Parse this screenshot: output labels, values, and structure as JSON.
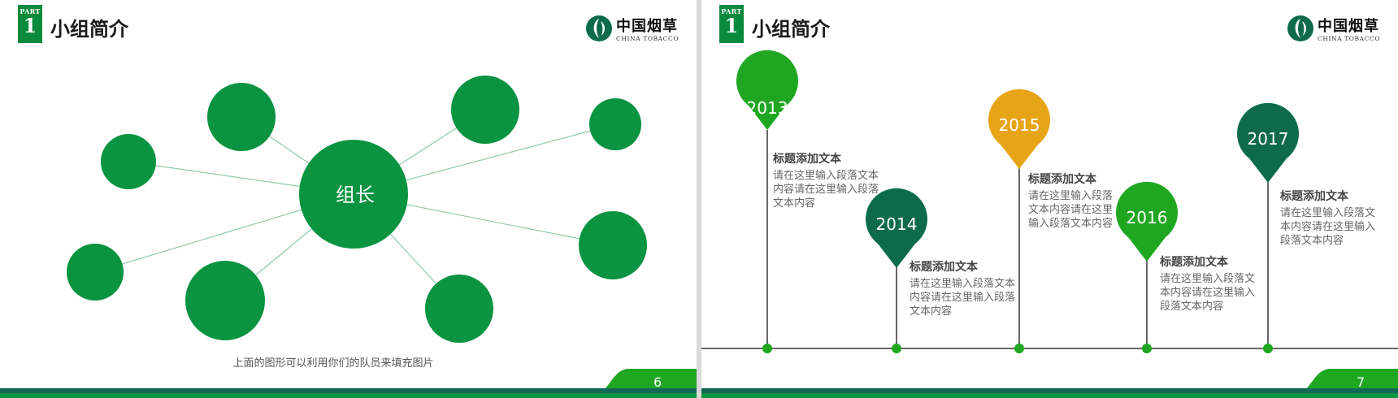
{
  "colors": {
    "green": "#0a9340",
    "dark_green": "#0d6b4c",
    "bright_green": "#20a722",
    "gold": "#e8a417",
    "footer_dark": "#12695a"
  },
  "left_slide": {
    "part_label": "PART",
    "part_number": "1",
    "title": "小组简介",
    "logo": {
      "cn": "中国烟草",
      "en": "CHINA TOBACCO",
      "icon": "china-tobacco-logo-icon"
    },
    "center_node": "组长",
    "caption": "上面的图形可以利用你们的队员来填充图片",
    "page_number": "6"
  },
  "right_slide": {
    "part_label": "PART",
    "part_number": "1",
    "title": "小组简介",
    "logo": {
      "cn": "中国烟草",
      "en": "CHINA TOBACCO",
      "icon": "china-tobacco-logo-icon"
    },
    "page_number": "7",
    "timeline": [
      {
        "year": "2013",
        "title": "标题添加文本",
        "body": "请在这里输入段落文本内容请在这里输入段落文本内容"
      },
      {
        "year": "2014",
        "title": "标题添加文本",
        "body": "请在这里输入段落文本内容请在这里输入段落文本内容"
      },
      {
        "year": "2015",
        "title": "标题添加文本",
        "body": "请在这里输入段落文本内容请在这里输入段落文本内容"
      },
      {
        "year": "2016",
        "title": "标题添加文本",
        "body": "请在这里输入段落文本内容请在这里输入段落文本内容"
      },
      {
        "year": "2017",
        "title": "标题添加文本",
        "body": "请在这里输入段落文本内容请在这里输入段落文本内容"
      }
    ]
  }
}
